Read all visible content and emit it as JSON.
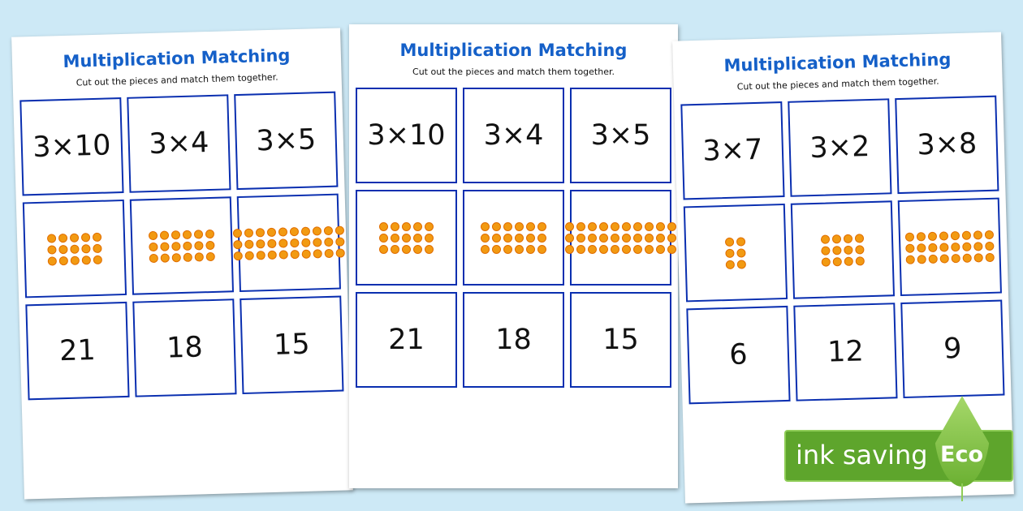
{
  "pages": [
    {
      "title": "Multiplication Matching",
      "subtitle": "Cut out the pieces and match them together.",
      "cards": [
        {
          "text": "3×10"
        },
        {
          "text": "3×4"
        },
        {
          "text": "3×5"
        },
        {
          "dots": {
            "rows": 3,
            "cols": 5
          }
        },
        {
          "dots": {
            "rows": 3,
            "cols": 6
          }
        },
        {
          "dots": {
            "rows": 3,
            "cols": 10
          }
        },
        {
          "text": "21"
        },
        {
          "text": "18"
        },
        {
          "text": "15"
        }
      ]
    },
    {
      "title": "Multiplication Matching",
      "subtitle": "Cut out the pieces and match them together.",
      "cards": [
        {
          "text": "3×10"
        },
        {
          "text": "3×4"
        },
        {
          "text": "3×5"
        },
        {
          "dots": {
            "rows": 3,
            "cols": 5
          }
        },
        {
          "dots": {
            "rows": 3,
            "cols": 6
          }
        },
        {
          "dots": {
            "rows": 3,
            "cols": 10
          }
        },
        {
          "text": "21"
        },
        {
          "text": "18"
        },
        {
          "text": "15"
        }
      ]
    },
    {
      "title": "Multiplication Matching",
      "subtitle": "Cut out the pieces and match them together.",
      "cards": [
        {
          "text": "3×7"
        },
        {
          "text": "3×2"
        },
        {
          "text": "3×8"
        },
        {
          "dots": {
            "rows": 3,
            "cols": 2
          }
        },
        {
          "dots": {
            "rows": 3,
            "cols": 4
          }
        },
        {
          "dots": {
            "rows": 3,
            "cols": 8
          }
        },
        {
          "text": "6"
        },
        {
          "text": "12"
        },
        {
          "text": "9"
        }
      ]
    }
  ],
  "badge": {
    "text": "ink saving",
    "label": "Eco"
  },
  "colors": {
    "background": "#cde9f6",
    "title": "#1560c8",
    "card_border": "#0a2fb0",
    "dot": "#f29a12",
    "badge": "#5ea52c"
  }
}
